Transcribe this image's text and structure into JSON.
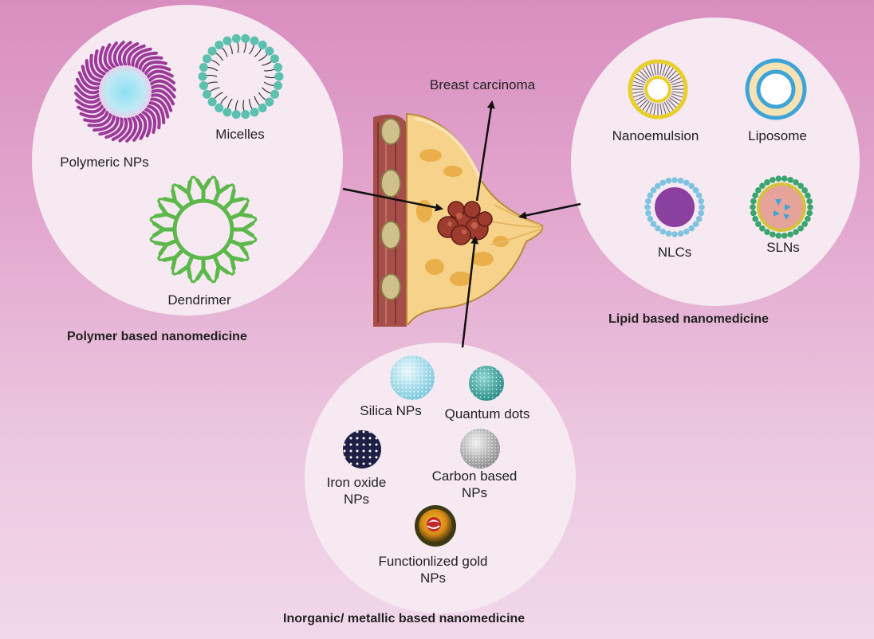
{
  "center_label": "Breast carcinoma",
  "polymer": {
    "title": "Polymer based nanomedicine",
    "items": [
      "Polymeric NPs",
      "Micelles",
      "Dendrimer"
    ]
  },
  "lipid": {
    "title": "Lipid based nanomedicine",
    "items": [
      "Nanoemulsion",
      "Liposome",
      "NLCs",
      "SLNs"
    ]
  },
  "inorganic": {
    "title": "Inorganic/ metallic based  nanomedicine",
    "items": [
      "Silica NPs",
      "Quantum dots",
      "Iron oxide\nNPs",
      "Carbon based\nNPs",
      "Functionlized gold\nNPs"
    ]
  },
  "colors": {
    "polymeric": "#9c3a9a",
    "micelle_head": "#5bc0b0",
    "dendrimer": "#5cb84a",
    "lipid_yellow": "#e8cf2a",
    "liposome_blue": "#3ea4d8",
    "nlc_core": "#8b3f9e",
    "sln_core": "#e6a39a"
  }
}
